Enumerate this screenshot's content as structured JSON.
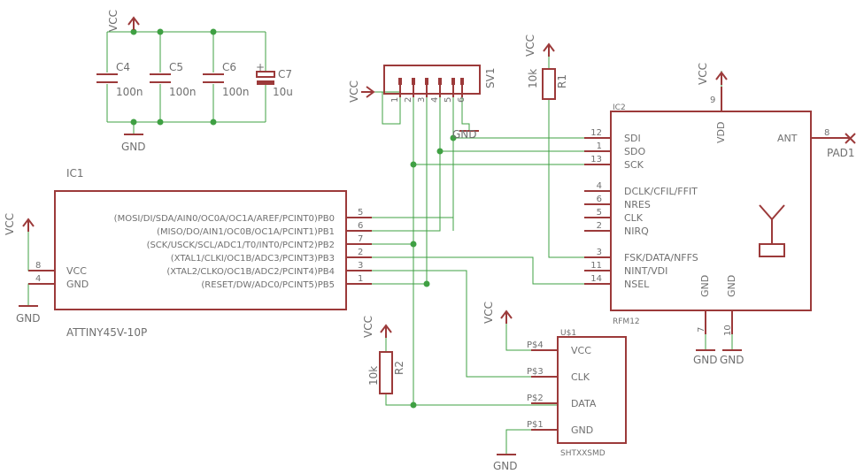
{
  "parts": {
    "ic1": {
      "name": "IC1",
      "value": "ATTINY45V-10P",
      "pins_left": [
        {
          "num": "8",
          "name": "VCC"
        },
        {
          "num": "4",
          "name": "GND"
        }
      ],
      "pins_right": [
        {
          "num": "5",
          "name": "(MOSI/DI/SDA/AIN0/OC0A/OC1A/AREF/PCINT0)PB0"
        },
        {
          "num": "6",
          "name": "(MISO/DO/AIN1/OC0B/OC1A/PCINT1)PB1"
        },
        {
          "num": "7",
          "name": "(SCK/USCK/SCL/ADC1/T0/INT0/PCINT2)PB2"
        },
        {
          "num": "2",
          "name": "(XTAL1/CLKI/OC1B/ADC3/PCINT3)PB3"
        },
        {
          "num": "3",
          "name": "(XTAL2/CLKO/OC1B/ADC2/PCINT4)PB4"
        },
        {
          "num": "1",
          "name": "(RESET/DW/ADC0/PCINT5)PB5"
        }
      ]
    },
    "ic2": {
      "name": "IC2",
      "value": "RFM12",
      "pins_left": [
        {
          "num": "12",
          "name": "SDI"
        },
        {
          "num": "1",
          "name": "SDO"
        },
        {
          "num": "13",
          "name": "SCK"
        },
        {
          "num": "4",
          "name": "DCLK/CFIL/FFIT"
        },
        {
          "num": "6",
          "name": "NRES"
        },
        {
          "num": "5",
          "name": "CLK"
        },
        {
          "num": "2",
          "name": "NIRQ"
        },
        {
          "num": "3",
          "name": "FSK/DATA/NFFS"
        },
        {
          "num": "11",
          "name": "NINT/VDI"
        },
        {
          "num": "14",
          "name": "NSEL"
        }
      ],
      "vdd_pin": "9",
      "vdd_name": "VDD",
      "gnd_pins": [
        {
          "num": "7",
          "name": "GND"
        },
        {
          "num": "10",
          "name": "GND"
        }
      ],
      "ant_pin": "8",
      "ant_name": "ANT"
    },
    "sv1": {
      "name": "SV1",
      "pins": [
        "1",
        "2",
        "3",
        "4",
        "5",
        "6"
      ]
    },
    "u1": {
      "name": "U$1",
      "value": "SHTXXSMD",
      "pins": [
        {
          "pad": "P$4",
          "name": "VCC"
        },
        {
          "pad": "P$3",
          "name": "CLK"
        },
        {
          "pad": "P$2",
          "name": "DATA"
        },
        {
          "pad": "P$1",
          "name": "GND"
        }
      ]
    },
    "caps": [
      {
        "name": "C4",
        "value": "100n"
      },
      {
        "name": "C5",
        "value": "100n"
      },
      {
        "name": "C6",
        "value": "100n"
      },
      {
        "name": "C7",
        "value": "10u",
        "polarity": "+"
      }
    ],
    "r1": {
      "name": "R1",
      "value": "10k"
    },
    "r2": {
      "name": "R2",
      "value": "10k"
    },
    "pad1": {
      "name": "PAD1"
    }
  },
  "supply": {
    "vcc": "VCC",
    "gnd": "GND"
  },
  "colors": {
    "symbol": "#9c3a3a",
    "wire": "#3fa043",
    "text": "#707070",
    "background": "#ffffff"
  }
}
